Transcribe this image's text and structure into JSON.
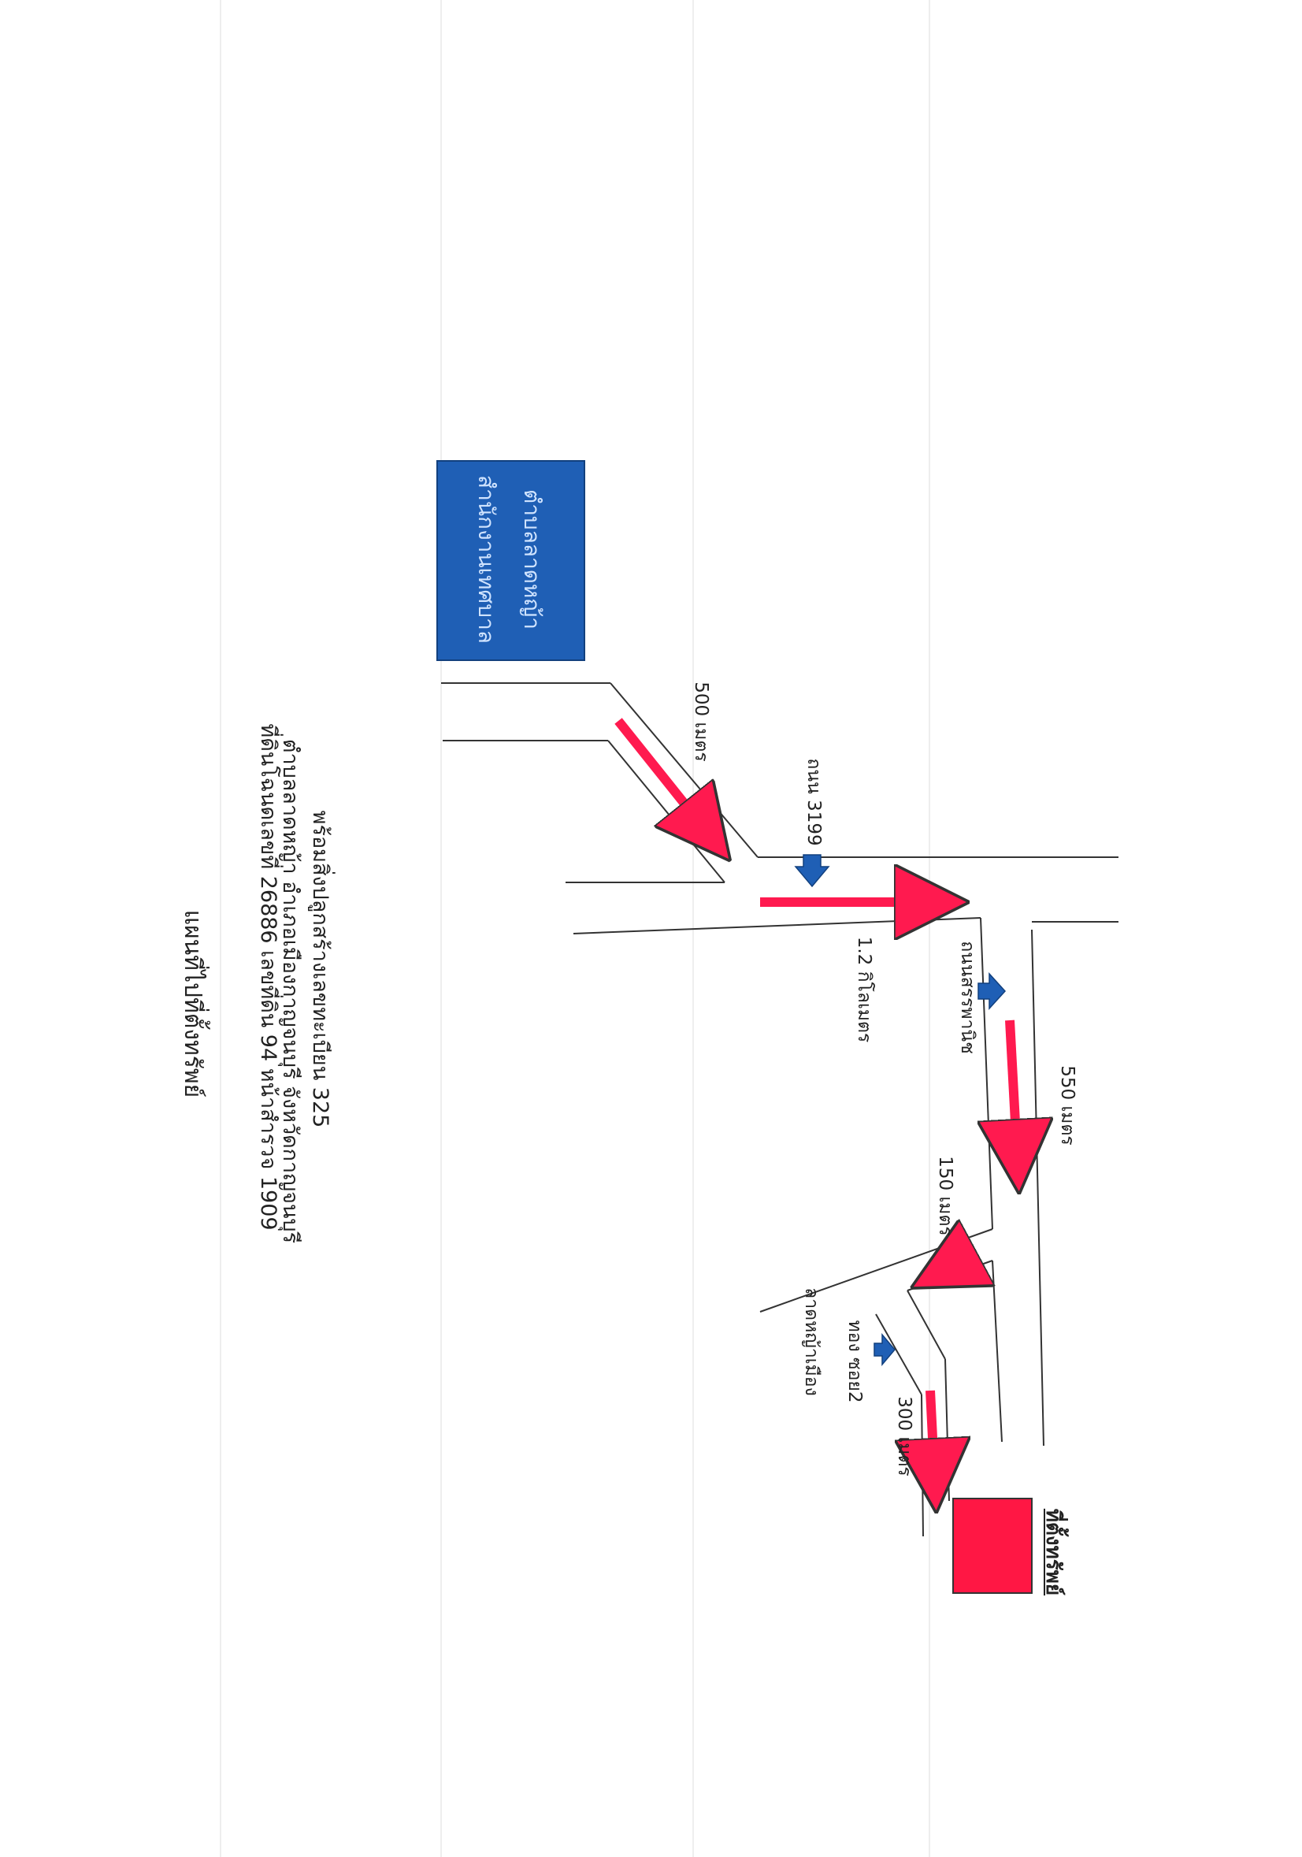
{
  "title": "แผนที่ไปที่ตั้งทรัพย์",
  "info": {
    "line1": "ที่ดินโฉนดเลขที่ 26886 เลขที่ดิน 94 หน้าสำรวจ 1909",
    "line2": "ตำบลลาดหญ้า อำเภอเมืองกาญจนบุรี จังหวัดกาญจนบุรี",
    "line3": "พร้อมสิ่งปลูกสร้างเลขทะเบียน 325"
  },
  "office": {
    "line1": "สำนักงานเทศบาล",
    "line2": "ตำบลลาดหญ้า",
    "color": "#1f5fb5"
  },
  "labels": {
    "d500": "500 เมตร",
    "road3199": "ถนน 3199",
    "d1200": "1.2 กิโลเมตร",
    "road_sorrapanich": "ถนนสรรพานิช",
    "d550": "550 เมตร",
    "d150": "150 เมตร",
    "soi_line1": "ลาดหญ้าเมือง",
    "soi_line2": "ทอง ซอย2",
    "d300": "300 เมตร"
  },
  "property": {
    "label": "ที่ตั้งทรัพย์",
    "color": "#ff1744"
  },
  "route_arrow_color": "#ff1a4f",
  "direction_marker_color": "#1f5fb5"
}
